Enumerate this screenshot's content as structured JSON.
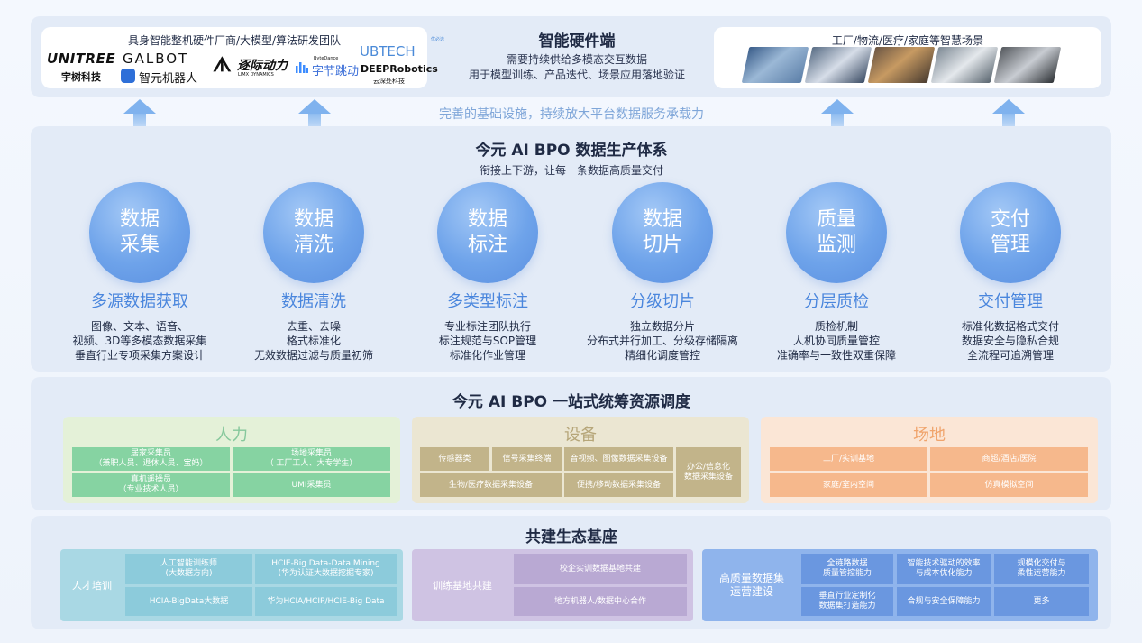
{
  "colors": {
    "accent_blue": "#4a86dd",
    "human_green": "#86d3a2",
    "equipment_tan": "#c2b48a",
    "site_orange": "#f6b88c",
    "eco_teal": "#8ccbdb",
    "eco_purple": "#b9a9d3",
    "eco_blue": "#6a97e0"
  },
  "hardware": {
    "title": "智能硬件端",
    "subtitle_1": "需要持续供给多模态交互数据",
    "subtitle_2": "用于模型训练、产品迭代、场景应用落地验证",
    "left_card_title": "具身智能整机硬件厂商/大模型/算法研发团队",
    "right_card_title": "工厂/物流/医疗/家庭等智慧场景",
    "logos": {
      "unitree": "UNITREE",
      "unitree_cn": "宇树科技",
      "galbot": "GALBOT",
      "zhiyuan": "智元机器人",
      "limx": "逐际动力",
      "limx_en": "LIMX DYNAMICS",
      "bytedance_en": "ByteDance",
      "bytedance": "字节跳动",
      "ubtech_cn": "优必选",
      "ubtech": "UBTECH",
      "deep": "DEEPRobotics",
      "deep_cn": "云深处科技"
    }
  },
  "infra_text": "完善的基础设施，持续放大平台数据服务承载力",
  "bpo": {
    "title": "今元 AI BPO 数据生产体系",
    "subtitle": "衔接上下游，让每一条数据高质量交付",
    "steps": [
      {
        "circle_1": "数据",
        "circle_2": "采集",
        "head": "多源数据获取",
        "lines": [
          "图像、文本、语音、",
          "视频、3D等多模态数据采集",
          "垂直行业专项采集方案设计"
        ]
      },
      {
        "circle_1": "数据",
        "circle_2": "清洗",
        "head": "数据清洗",
        "lines": [
          "去重、去噪",
          "格式标准化",
          "无效数据过滤与质量初筛"
        ]
      },
      {
        "circle_1": "数据",
        "circle_2": "标注",
        "head": "多类型标注",
        "lines": [
          "专业标注团队执行",
          "标注规范与SOP管理",
          "标准化作业管理"
        ]
      },
      {
        "circle_1": "数据",
        "circle_2": "切片",
        "head": "分级切片",
        "lines": [
          "独立数据分片",
          "分布式并行加工、分级存储隔离",
          "精细化调度管控"
        ]
      },
      {
        "circle_1": "质量",
        "circle_2": "监测",
        "head": "分层质检",
        "lines": [
          "质检机制",
          "人机协同质量管控",
          "准确率与一致性双重保障"
        ]
      },
      {
        "circle_1": "交付",
        "circle_2": "管理",
        "head": "交付管理",
        "lines": [
          "标准化数据格式交付",
          "数据安全与隐私合规",
          "全流程可追溯管理"
        ]
      }
    ]
  },
  "resources": {
    "title": "今元 AI BPO 一站式统筹资源调度",
    "human": {
      "head": "人力",
      "cells": [
        {
          "l1": "居家采集员",
          "l2": "（兼职人员、退休人员、宝妈）"
        },
        {
          "l1": "场地采集员",
          "l2": "（ 工厂工人、大专学生）"
        },
        {
          "l1": "真机遥操员",
          "l2": "（专业技术人员）"
        },
        {
          "l1": "UMI采集员",
          "l2": ""
        }
      ]
    },
    "equipment": {
      "head": "设备",
      "cells": [
        "传感器类",
        "信号采集终端",
        "音视频、图像数据采集设备",
        "生物/医疗数据采集设备",
        "便携/移动数据采集设备"
      ],
      "office_1": "办公/信息化",
      "office_2": "数据采集设备"
    },
    "site": {
      "head": "场地",
      "cells": [
        "工厂/实训基地",
        "商超/酒店/医院",
        "家庭/室内空间",
        "仿真模拟空间"
      ]
    }
  },
  "ecology": {
    "title": "共建生态基座",
    "talent": {
      "label": "人才培训",
      "cells": [
        {
          "l1": "人工智能训练师",
          "l2": "(大数据方向)"
        },
        {
          "l1": "HCIE-Big Data-Data Mining",
          "l2": "(华为认证大数据挖掘专家)"
        },
        {
          "l1": "HCIA-BigData大数据",
          "l2": ""
        },
        {
          "l1": "华为HCIA/HCIP/HCIE-Big Data",
          "l2": ""
        }
      ]
    },
    "base": {
      "label": "训练基地共建",
      "cells": [
        "校企实训数据基地共建",
        "地方机器人/数据中心合作"
      ]
    },
    "quality": {
      "label_1": "高质量数据集",
      "label_2": "运营建设",
      "cells": [
        {
          "l1": "全链路数据",
          "l2": "质量管控能力"
        },
        {
          "l1": "智能技术驱动的效率",
          "l2": "与成本优化能力"
        },
        {
          "l1": "规模化交付与",
          "l2": "柔性运营能力"
        },
        {
          "l1": "垂直行业定制化",
          "l2": "数据集打造能力"
        },
        {
          "l1": "合规与安全保障能力",
          "l2": ""
        },
        {
          "l1": "更多",
          "l2": ""
        }
      ]
    }
  }
}
